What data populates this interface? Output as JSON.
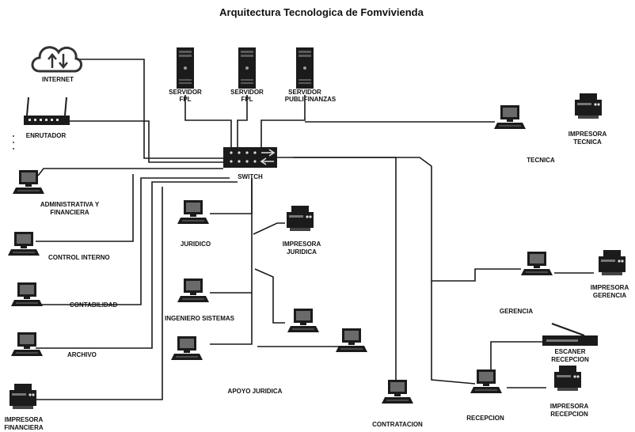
{
  "title": "Arquitectura Tecnologica de Fomvivienda",
  "labels": {
    "internet": "INTERNET",
    "router": "ENRUTADOR",
    "switch": "SWITCH",
    "server_fpl_1_a": "SERVIDOR",
    "server_fpl_1_b": "FPL",
    "server_fpl_2_a": "SERVIDOR",
    "server_fpl_2_b": "FPL",
    "server_pub_a": "SERVIDOR",
    "server_pub_b": "PUBLIFINANZAS",
    "admin_a": "ADMINISTRATIVA Y",
    "admin_b": "FINANCIERA",
    "control": "CONTROL INTERNO",
    "contabilidad": "CONTABILIDAD",
    "archivo": "ARCHIVO",
    "imp_fin_a": "IMPRESORA",
    "imp_fin_b": "FINANCIERA",
    "juridico": "JURIDICO",
    "imp_jur_a": "IMPRESORA",
    "imp_jur_b": "JURIDICA",
    "ingeniero": "INGENIERO SISTEMAS",
    "apoyo": "APOYO JURIDICA",
    "contratacion": "CONTRATACION",
    "tecnica": "TECNICA",
    "imp_tec_a": "IMPRESORA",
    "imp_tec_b": "TECNICA",
    "gerencia": "GERENCIA",
    "imp_ger_a": "IMPRESORA",
    "imp_ger_b": "GERENCIA",
    "scanner_a": "ESCANER",
    "scanner_b": "RECEPCION",
    "recepcion": "RECEPCION",
    "imp_rec_a": "IMPRESORA",
    "imp_rec_b": "RECEPCION"
  },
  "colors": {
    "line": "#1a1a1a",
    "device": "#1b1b1b",
    "device_light": "#6a6a6a",
    "cloud": "#333333"
  }
}
